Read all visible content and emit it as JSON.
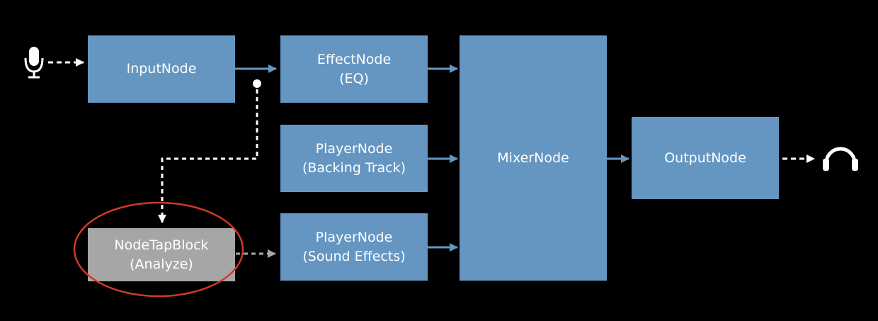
{
  "nodes": {
    "input": {
      "line1": "InputNode"
    },
    "effect": {
      "line1": "EffectNode",
      "line2": "(EQ)"
    },
    "player1": {
      "line1": "PlayerNode",
      "line2": "(Backing Track)"
    },
    "player2": {
      "line1": "PlayerNode",
      "line2": "(Sound Effects)"
    },
    "mixer": {
      "line1": "MixerNode"
    },
    "output": {
      "line1": "OutputNode"
    },
    "tap": {
      "line1": "NodeTapBlock",
      "line2": "(Analyze)"
    }
  },
  "icons": {
    "source": "microphone-icon",
    "destination": "headphones-icon"
  },
  "colors": {
    "background": "#000000",
    "node": "#6596c2",
    "tap_node": "#a6a6a6",
    "highlight_ellipse": "#d0382b",
    "arrow": "#6596c2",
    "dashed_link": "#ffffff",
    "tap_link": "#a6a6a6"
  }
}
